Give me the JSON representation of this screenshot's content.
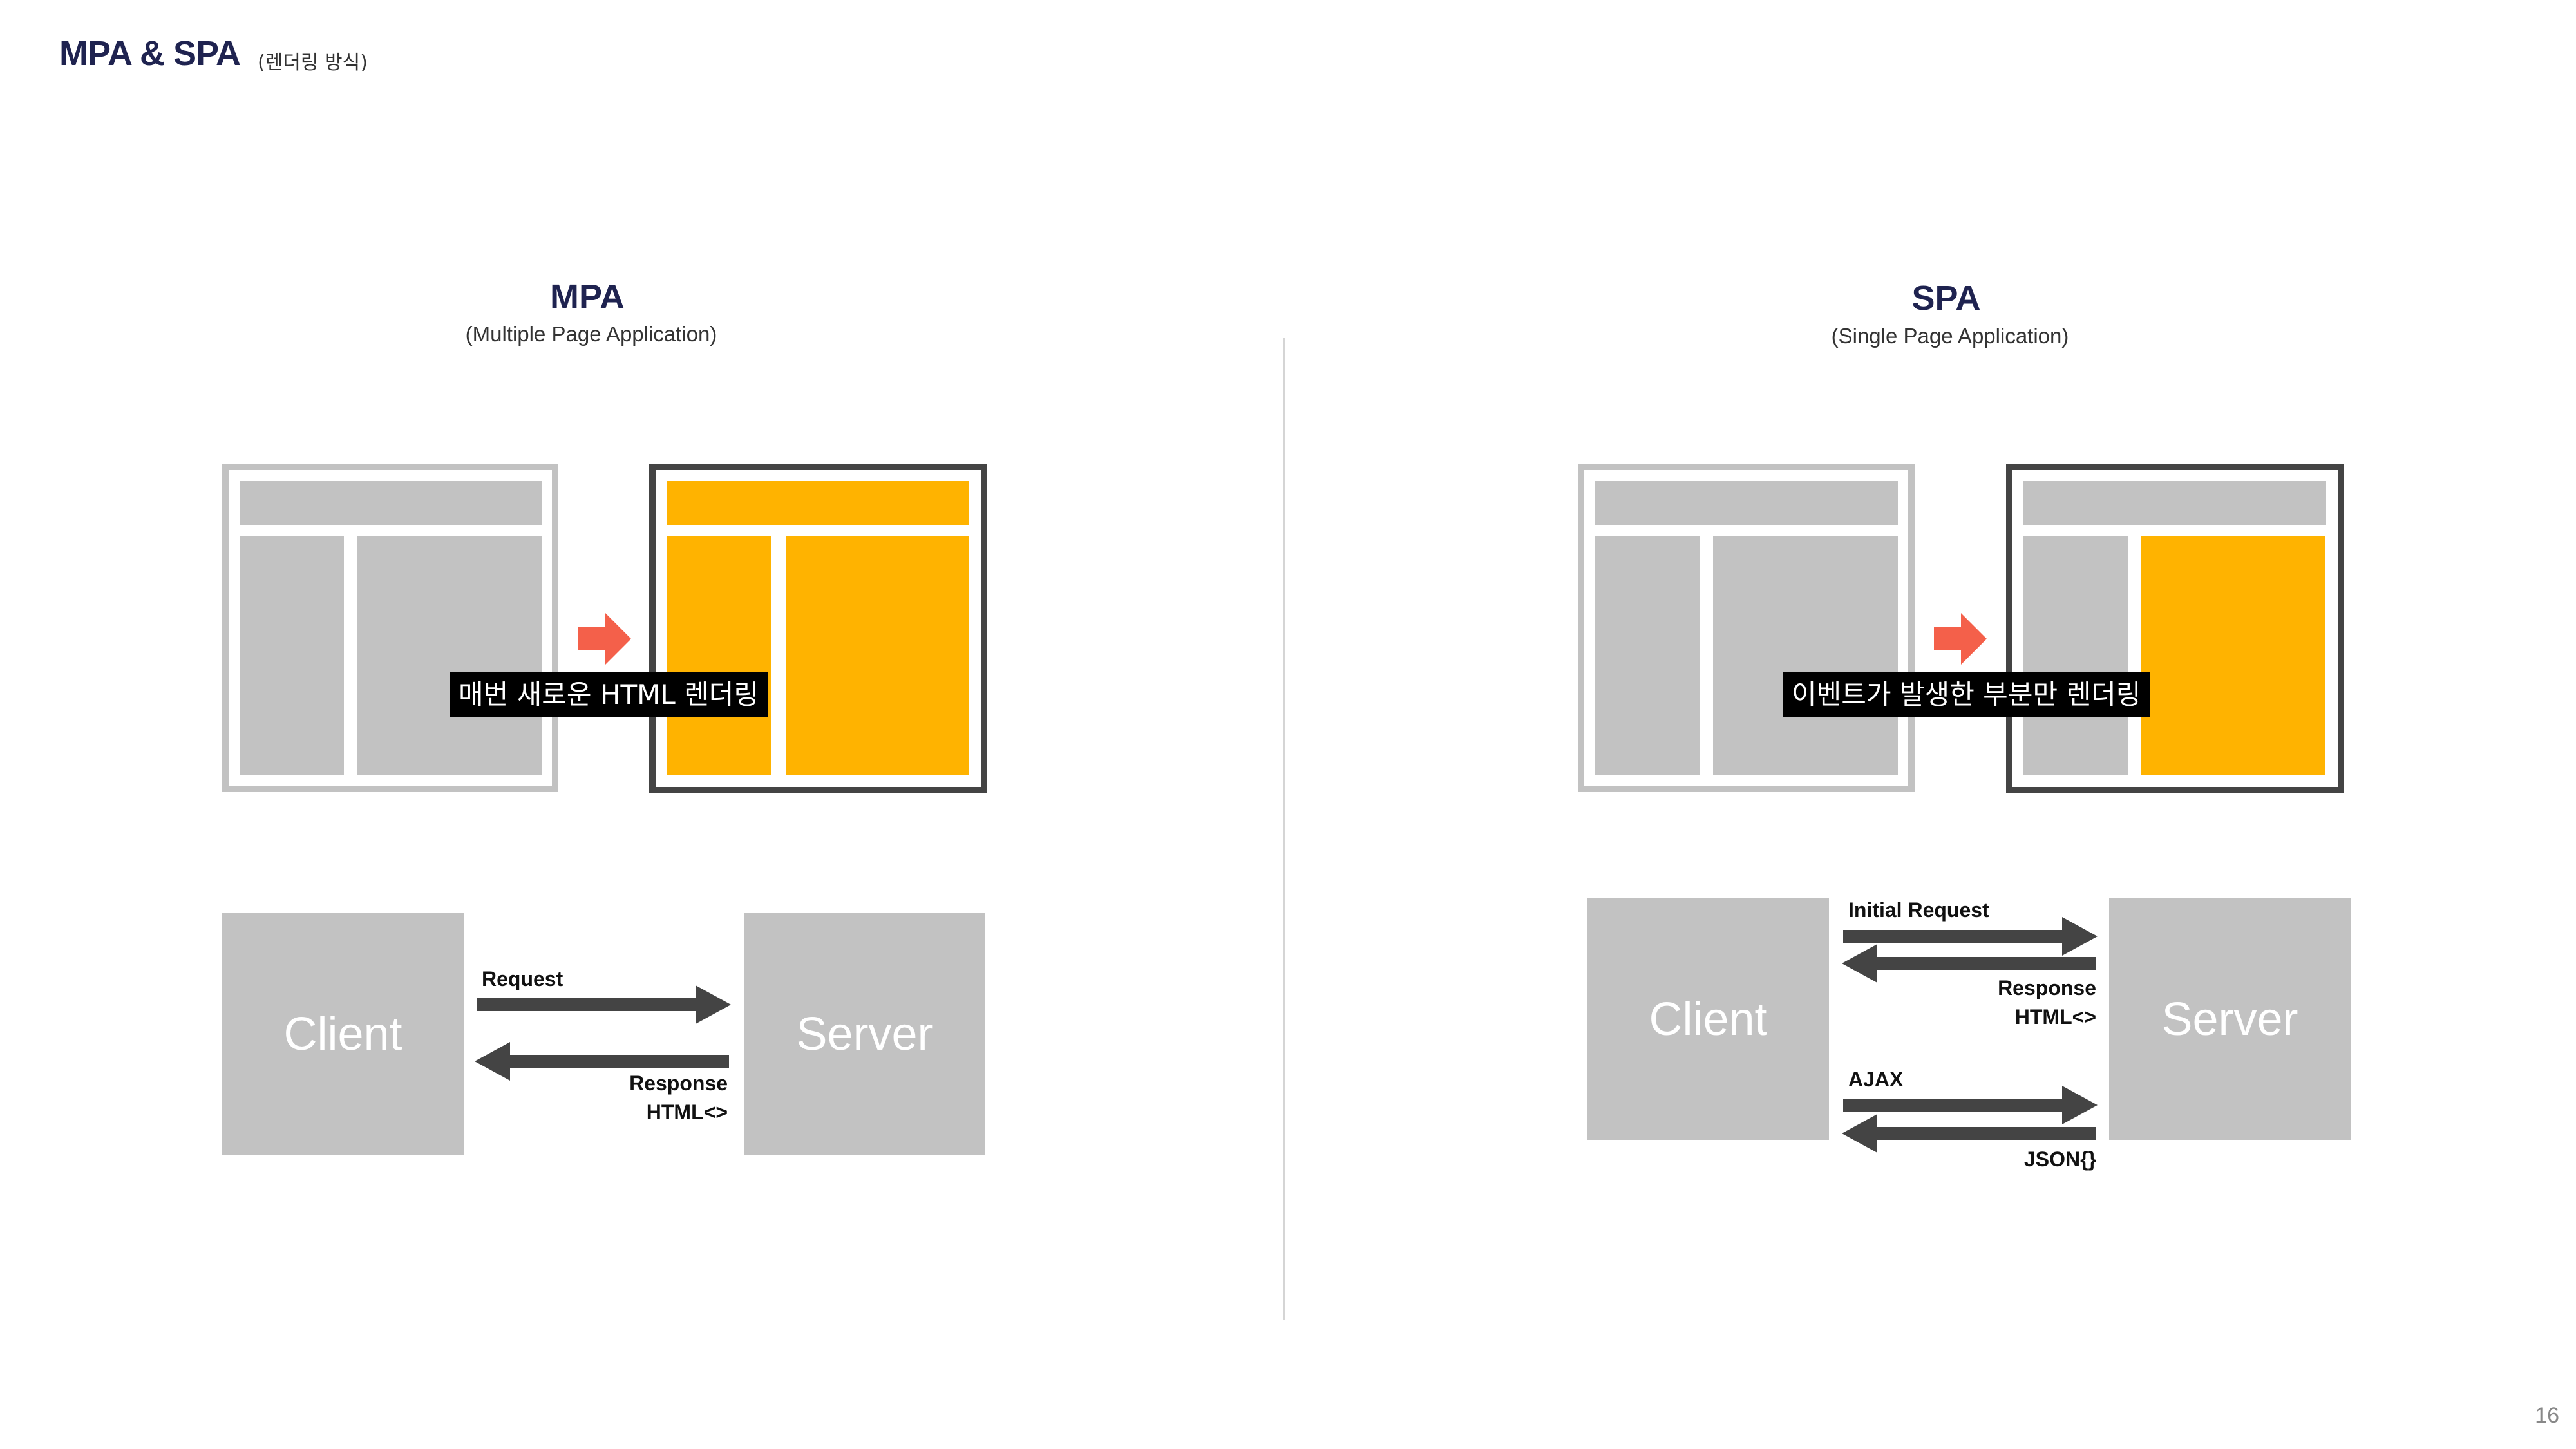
{
  "header": {
    "title": "MPA & SPA",
    "subtitle": "(렌더링 방식)"
  },
  "mpa": {
    "title": "MPA",
    "subtitle": "(Multiple Page Application)",
    "caption": "매번 새로운 HTML 렌더링",
    "client_label": "Client",
    "server_label": "Server",
    "request_label": "Request",
    "response_label": "Response",
    "response_type": "HTML<>"
  },
  "spa": {
    "title": "SPA",
    "subtitle": "(Single Page Application)",
    "caption": "이벤트가 발생한 부분만 렌더링",
    "client_label": "Client",
    "server_label": "Server",
    "initial_request_label": "Initial Request",
    "response_label": "Response",
    "response_type": "HTML<>",
    "ajax_label": "AJAX",
    "json_label": "JSON{}"
  },
  "page_number": "16",
  "colors": {
    "accent": "#ffb300",
    "block_gray": "#c2c2c2",
    "frame_dark": "#444444",
    "arrow_red": "#f4604a",
    "title_navy": "#1f2350"
  }
}
